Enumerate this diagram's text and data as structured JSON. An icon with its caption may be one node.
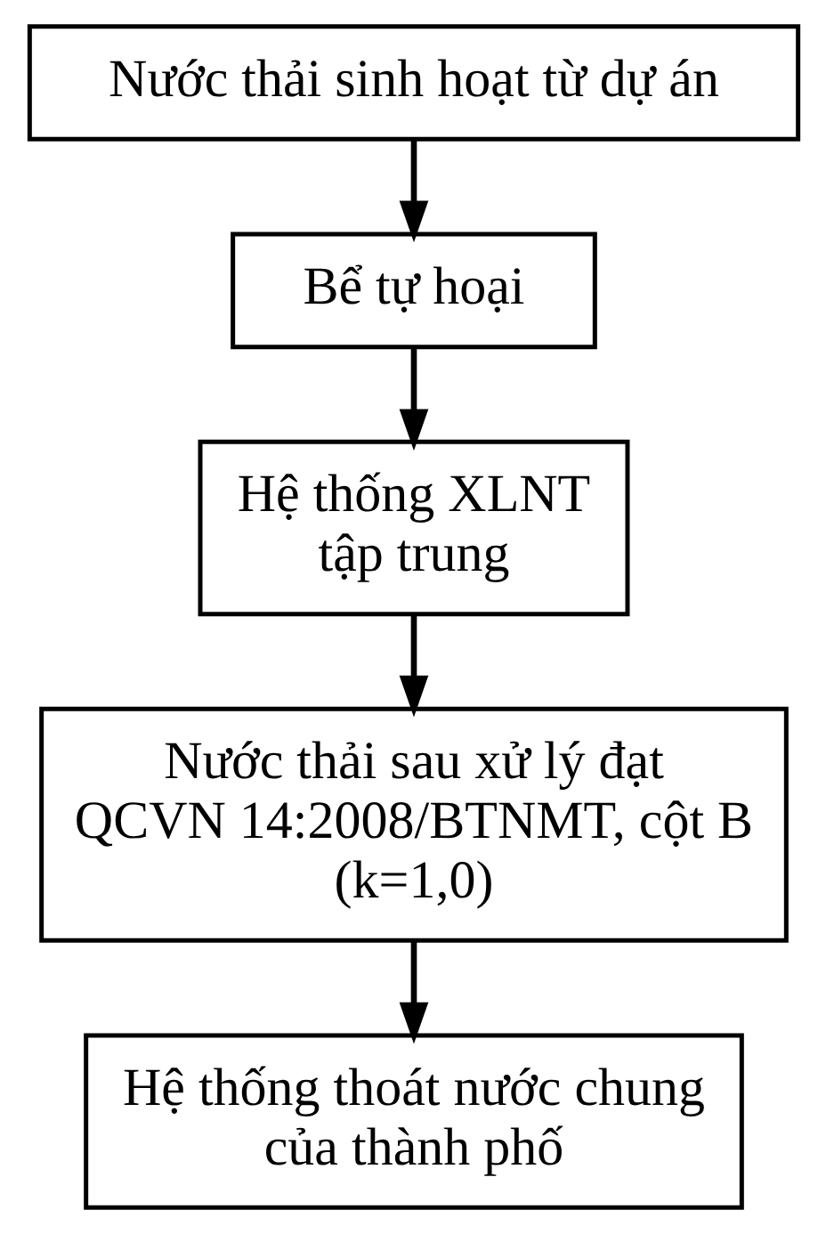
{
  "diagram": {
    "nodes": [
      {
        "text": [
          "Nước thải sinh hoạt từ dự án"
        ]
      },
      {
        "text": [
          "Bể tự hoại"
        ]
      },
      {
        "text": [
          "Hệ thống XLNT tập trung"
        ]
      },
      {
        "text": [
          "Nước thải sau xử lý đạt QCVN 14:2008/BTNMT, cột B (k=1,0)"
        ]
      },
      {
        "text": [
          "Hệ thống thoát nước chung của thành phố"
        ]
      }
    ],
    "edges": [
      {
        "from": 0,
        "to": 1,
        "arrow": "to"
      },
      {
        "from": 1,
        "to": 2,
        "arrow": "to"
      },
      {
        "from": 2,
        "to": 3,
        "arrow": "to"
      },
      {
        "from": 3,
        "to": 4,
        "arrow": "to"
      }
    ]
  }
}
